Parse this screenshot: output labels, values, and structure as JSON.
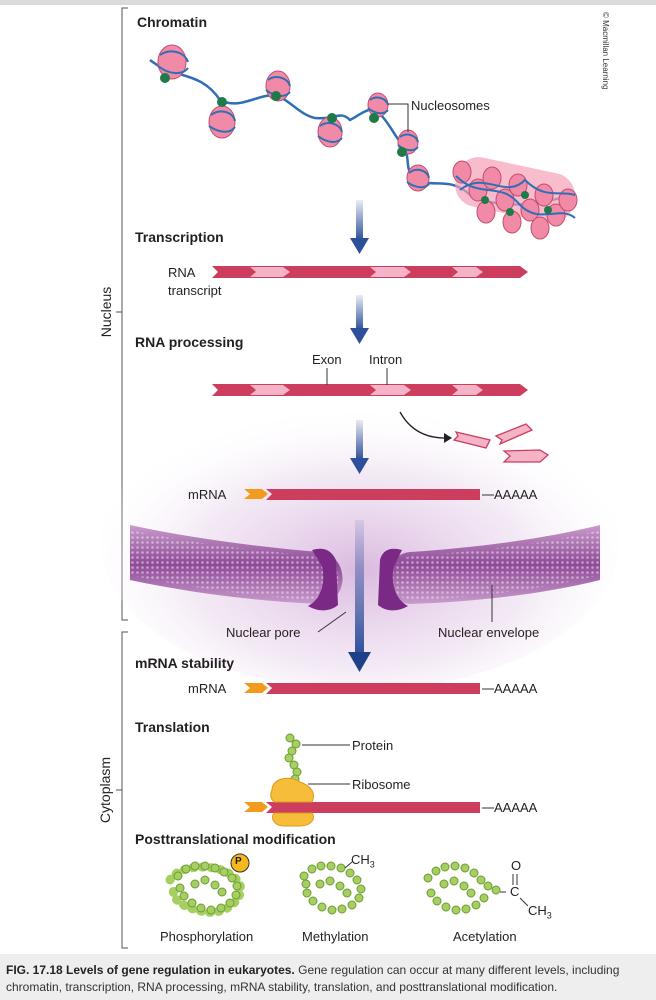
{
  "sections": {
    "chromatin": "Chromatin",
    "transcription": "Transcription",
    "rna_processing": "RNA processing",
    "mrna_stability": "mRNA stability",
    "translation": "Translation",
    "posttranslational": "Posttranslational modification"
  },
  "side_labels": {
    "nucleus": "Nucleus",
    "cytoplasm": "Cytoplasm"
  },
  "labels": {
    "nucleosomes": "Nucleosomes",
    "rna": "RNA",
    "transcript": "transcript",
    "exon": "Exon",
    "intron": "Intron",
    "mrna_1": "mRNA",
    "polya_1": "AAAAA",
    "nuclear_pore": "Nuclear pore",
    "nuclear_envelope": "Nuclear envelope",
    "mrna_2": "mRNA",
    "polya_2": "AAAAA",
    "protein": "Protein",
    "ribosome": "Ribosome",
    "polya_3": "AAAAA",
    "phosphate": "P",
    "ch3_methyl": "CH",
    "ch3_methyl_sub": "3",
    "o_atom": "O",
    "c_atom": "C",
    "ch3_acetyl": "CH",
    "ch3_acetyl_sub": "3",
    "phosphorylation": "Phosphorylation",
    "methylation": "Methylation",
    "acetylation": "Acetylation"
  },
  "credit": "© Macmillan Learning",
  "caption": {
    "fig_label": "FIG. 17.18 Levels of gene regulation in eukaryotes.",
    "text": "Gene regulation can occur at many different levels, including chromatin, transcription, RNA processing, mRNA stability, translation, and posttranslational modification."
  },
  "colors": {
    "rna_dark": "#cc3d5e",
    "rna_light": "#f4b3c6",
    "arrow_blue": "#2e4f9a",
    "nucleus_glow": "#d7b8dc",
    "envelope": "#9b5aa0",
    "pore": "#7a2a85",
    "bead_green": "#9cc45a",
    "ribosome": "#f5bd3a",
    "cap_orange": "#f29b1f"
  }
}
